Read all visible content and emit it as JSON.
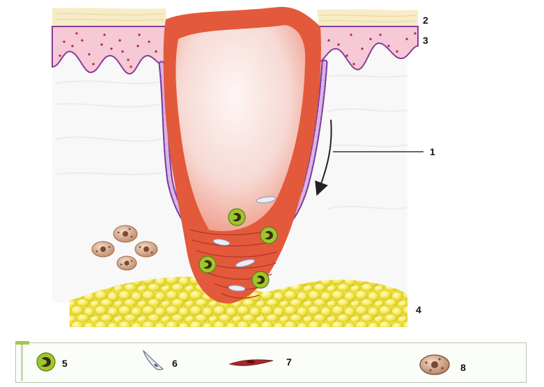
{
  "labels": {
    "l1": "1",
    "l2": "2",
    "l3": "3",
    "l4": "4",
    "l5": "5",
    "l6": "6",
    "l7": "7",
    "l8": "8"
  },
  "colors": {
    "wound_core": "#f6d8d0",
    "wound_rim": "#e35d3e",
    "epidermis": "#f4c6d2",
    "epidermis_dots": "#b5224a",
    "dermis": "#f7f7f7",
    "fat": "#f4ea52",
    "purple_edge": "#7d3aa3",
    "leukocyte": "#9cc72c",
    "macrophage": "#b07a5a"
  },
  "icons": [
    "leukocyte-icon",
    "spindle-cell-icon",
    "fibroblast-icon",
    "macrophage-icon",
    "arrow-icon"
  ]
}
